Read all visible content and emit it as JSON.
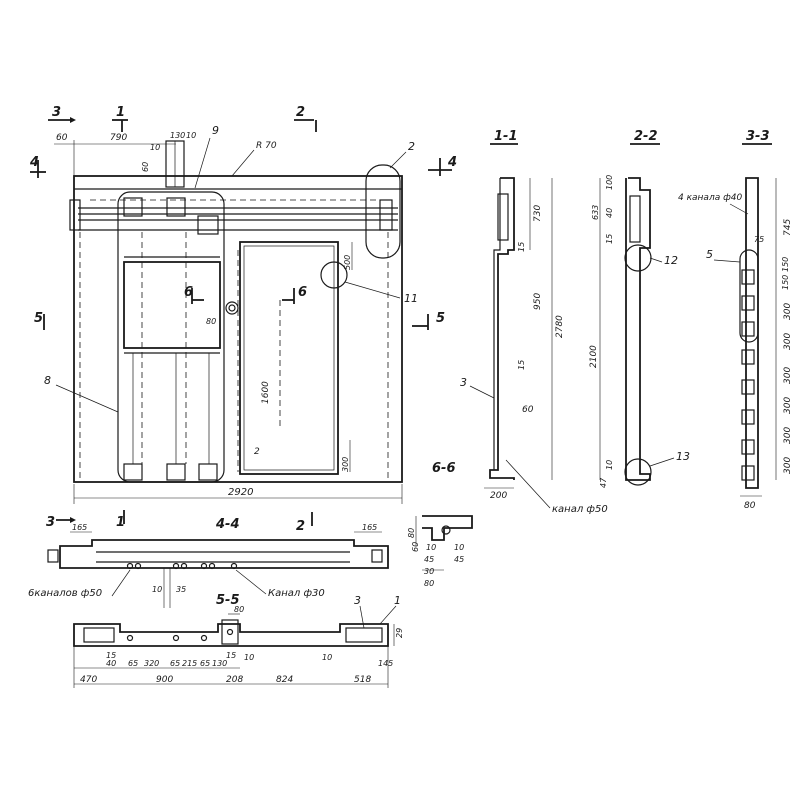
{
  "section_marks": {
    "s3": "3",
    "s1": "1",
    "s2": "2",
    "s4": "4",
    "s5": "5",
    "s6": "6"
  },
  "section_titles": {
    "t11": "1-1",
    "t22": "2-2",
    "t33": "3-3",
    "t44": "4-4",
    "t55": "5-5",
    "t66": "6-6"
  },
  "callouts": {
    "c1": "1",
    "c2": "2",
    "c3": "3",
    "c5": "5",
    "c8": "8",
    "c9": "9",
    "c11": "11",
    "c12": "12",
    "c13": "13",
    "radius": "R 70"
  },
  "main_view": {
    "dims": {
      "d60": "60",
      "d790": "790",
      "d130": "130",
      "d10": "10",
      "d60v": "60",
      "d500": "500",
      "d80": "80",
      "d1600": "1600",
      "d300": "300",
      "d2": "2",
      "d2920": "2920"
    }
  },
  "section_1_1": {
    "dims": {
      "d730": "730",
      "d15a": "15",
      "d950": "950",
      "d2780": "2780",
      "d15b": "15",
      "d60": "60",
      "d200": "200"
    }
  },
  "section_2_2": {
    "dims": {
      "d633": "633",
      "d100": "100",
      "d40": "40",
      "d15": "15",
      "d2100": "2100",
      "d10": "10",
      "d47": "47"
    }
  },
  "section_3_3": {
    "note": "4 канала ф40",
    "dims": {
      "d745": "745",
      "d75": "75",
      "d150a": "150",
      "d150b": "150",
      "d300a": "300",
      "d300b": "300",
      "d300c": "300",
      "d300d": "300",
      "d300e": "300",
      "d300f": "300",
      "d80": "80"
    }
  },
  "section_6_6": {
    "dims": {
      "d80": "80",
      "d60": "60",
      "d10a": "10",
      "d10b": "10",
      "d45a": "45",
      "d45b": "45",
      "d30": "30",
      "d80b": "80"
    }
  },
  "section_4_4": {
    "dims": {
      "d165a": "165",
      "d165b": "165",
      "d10": "10",
      "d35": "35"
    },
    "label_channels_6": "6каналов ф50",
    "label_channel_30": "Канал ф30"
  },
  "canal_label": "канал ф50",
  "section_5_5": {
    "dims": {
      "d80": "80",
      "d29": "29",
      "d15a": "15",
      "d40": "40",
      "d65a": "65",
      "d320": "320",
      "d65b": "65",
      "d215": "215",
      "d65c": "65",
      "d130": "130",
      "d15b": "15",
      "d10a": "10",
      "d10b": "10",
      "d145": "145",
      "d470": "470",
      "d900": "900",
      "d208": "208",
      "d824": "824",
      "d518": "518"
    }
  }
}
